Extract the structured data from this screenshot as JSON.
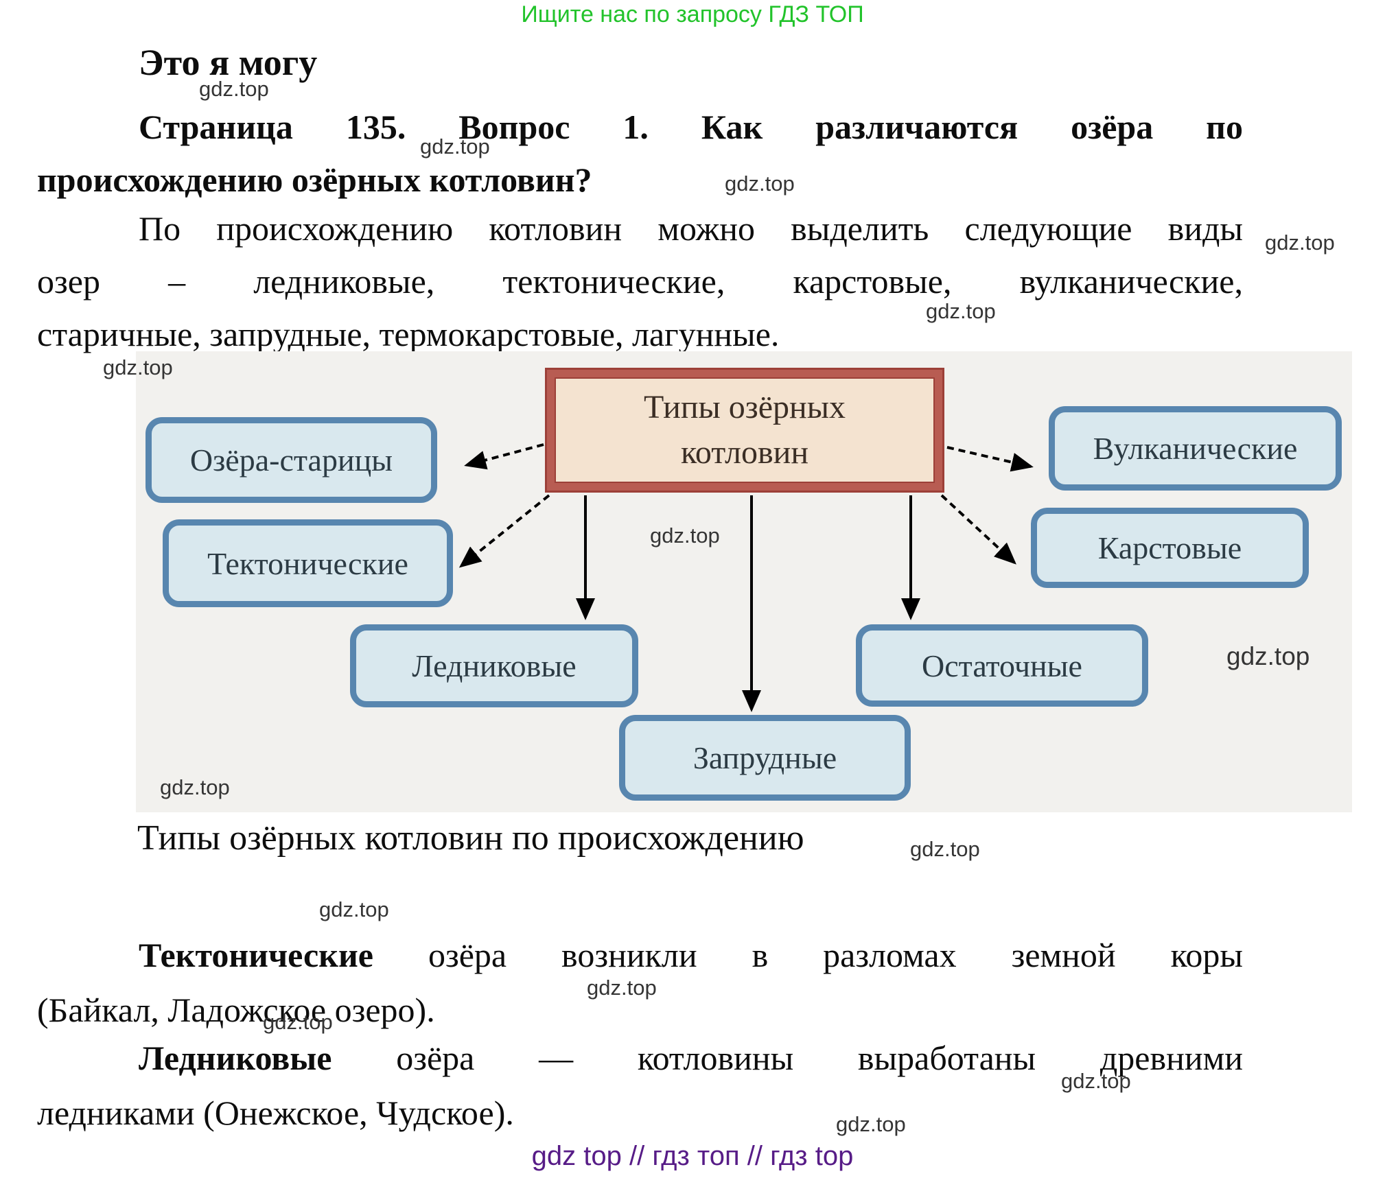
{
  "promo": {
    "text": "Ищите нас по запросу ГДЗ ТОП",
    "color": "#22c32b"
  },
  "watermark": {
    "text": "gdz.top"
  },
  "heading": {
    "text": "Это я могу"
  },
  "question": {
    "line1": "Страница 135. Вопрос 1. Как различаются озёра по",
    "line2": "происхождению озёрных котловин?"
  },
  "intro": {
    "line1": "По происхождению котловин можно выделить следующие виды",
    "line2": "озер – ледниковые, тектонические, карстовые, вулканические,",
    "line3": "старичные, запрудные, термокарстовые, лагунные."
  },
  "diagram": {
    "center": {
      "line1": "Типы озёрных",
      "line2": "котловин"
    },
    "nodes": [
      {
        "id": "ozera-staritsy",
        "label": "Озёра-старицы"
      },
      {
        "id": "tektonicheskie",
        "label": "Тектонические"
      },
      {
        "id": "lednikovye",
        "label": "Ледниковые"
      },
      {
        "id": "zaprudnye",
        "label": "Запрудные"
      },
      {
        "id": "ostatochnye",
        "label": "Остаточные"
      },
      {
        "id": "karstovye",
        "label": "Карстовые"
      },
      {
        "id": "vulkanicheskie",
        "label": "Вулканические"
      }
    ],
    "caption": "Типы озёрных котловин по происхождению",
    "colors": {
      "panel_bg": "#f2f1ee",
      "node_fill": "#d9e8ee",
      "node_border": "#5886af",
      "center_fill": "#f4e3d0",
      "center_border": "#b85c52",
      "arrow": "#000000"
    }
  },
  "tectonic": {
    "line1_bold": "Тектонические",
    "line1_rest": " озёра возникли в разломах земной коры",
    "line2": "(Байкал, Ладожское озеро)."
  },
  "glacial": {
    "line1_bold": "Ледниковые",
    "line1_rest": " озёра — котловины выработаны древними",
    "line2": "ледниками (Онежское, Чудское)."
  },
  "footer": {
    "text": "gdz top  //  гдз топ  //  гдз top",
    "color": "#571c87"
  }
}
